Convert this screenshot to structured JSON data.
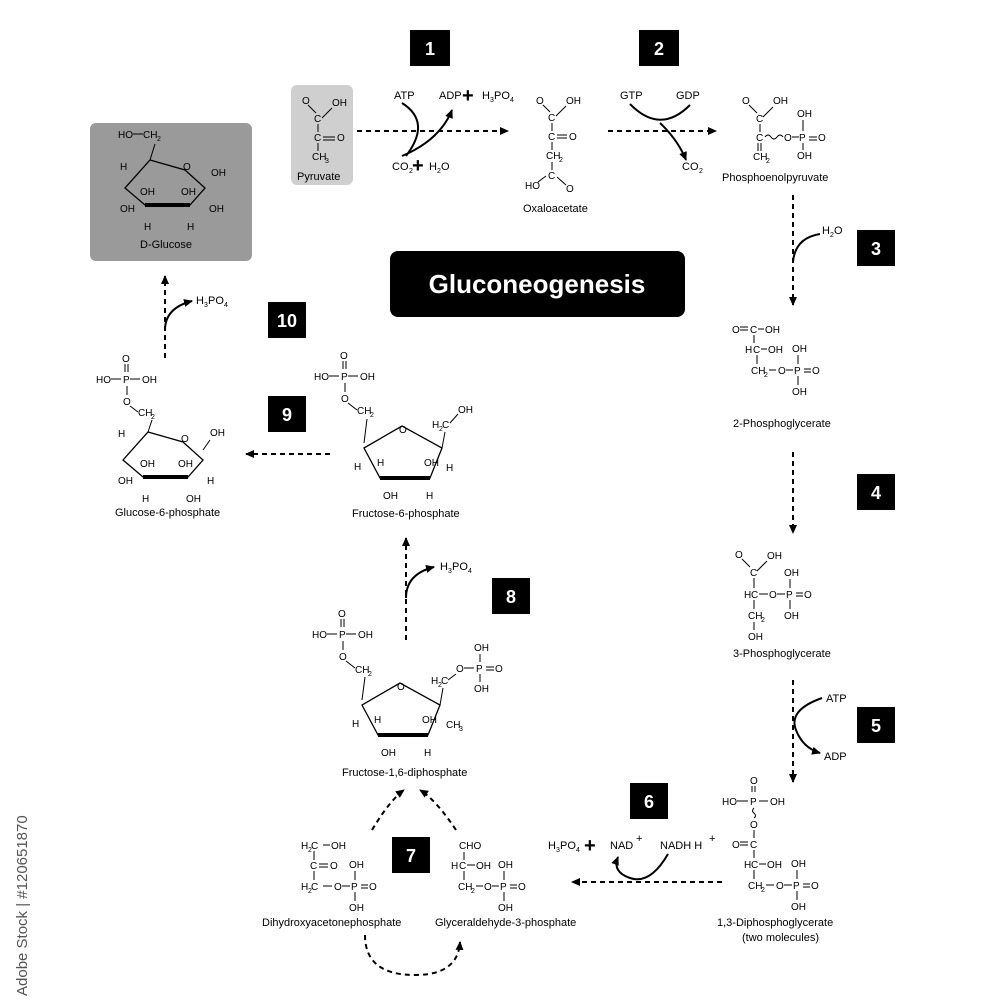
{
  "title": "Gluconeogenesis",
  "colors": {
    "box_dark": "#000000",
    "glucose_bg": "#9a9a9a",
    "pyruvate_bg": "#cfcfcf",
    "watermark": "#555555"
  },
  "steps": [
    "1",
    "2",
    "3",
    "4",
    "5",
    "6",
    "7",
    "8",
    "9",
    "10"
  ],
  "compounds": {
    "pyruvate": "Pyruvate",
    "oxaloacetate": "Oxaloacetate",
    "pep": "Phosphoenolpyruvate",
    "pg2": "2-Phosphoglycerate",
    "pg3": "3-Phosphoglycerate",
    "dpg": "1,3-Diphosphoglycerate",
    "dpg_note": "(two molecules)",
    "g3p": "Glyceraldehyde-3-phosphate",
    "dhap": "Dihydroxyacetonephosphate",
    "f16": "Fructose-1,6-diphosphate",
    "f6p": "Fructose-6-phosphate",
    "g6p": "Glucose-6-phosphate",
    "glucose": "D-Glucose"
  },
  "cofactors": {
    "atp": "ATP",
    "adp": "ADP",
    "gtp": "GTP",
    "gdp": "GDP",
    "co2": "CO",
    "h2o": "H",
    "h3po4": "H",
    "po4": "PO",
    "nad": "NAD",
    "nadh": "NADH H",
    "plus": "+",
    "sup_plus": "+",
    "sub2": "2",
    "sub3": "3",
    "sub4": "4",
    "oxygen": "O",
    "water_tail": "O",
    "h2o_full": "H2O"
  },
  "atoms": {
    "C": "C",
    "O": "O",
    "OH": "OH",
    "HO": "HO",
    "H": "H",
    "P": "P",
    "CH2": "CH",
    "CH3": "CH",
    "H2C": "H C",
    "CHO": "CHO",
    "CH2OH": "CH2"
  },
  "watermark": "Adobe Stock | #120651870"
}
